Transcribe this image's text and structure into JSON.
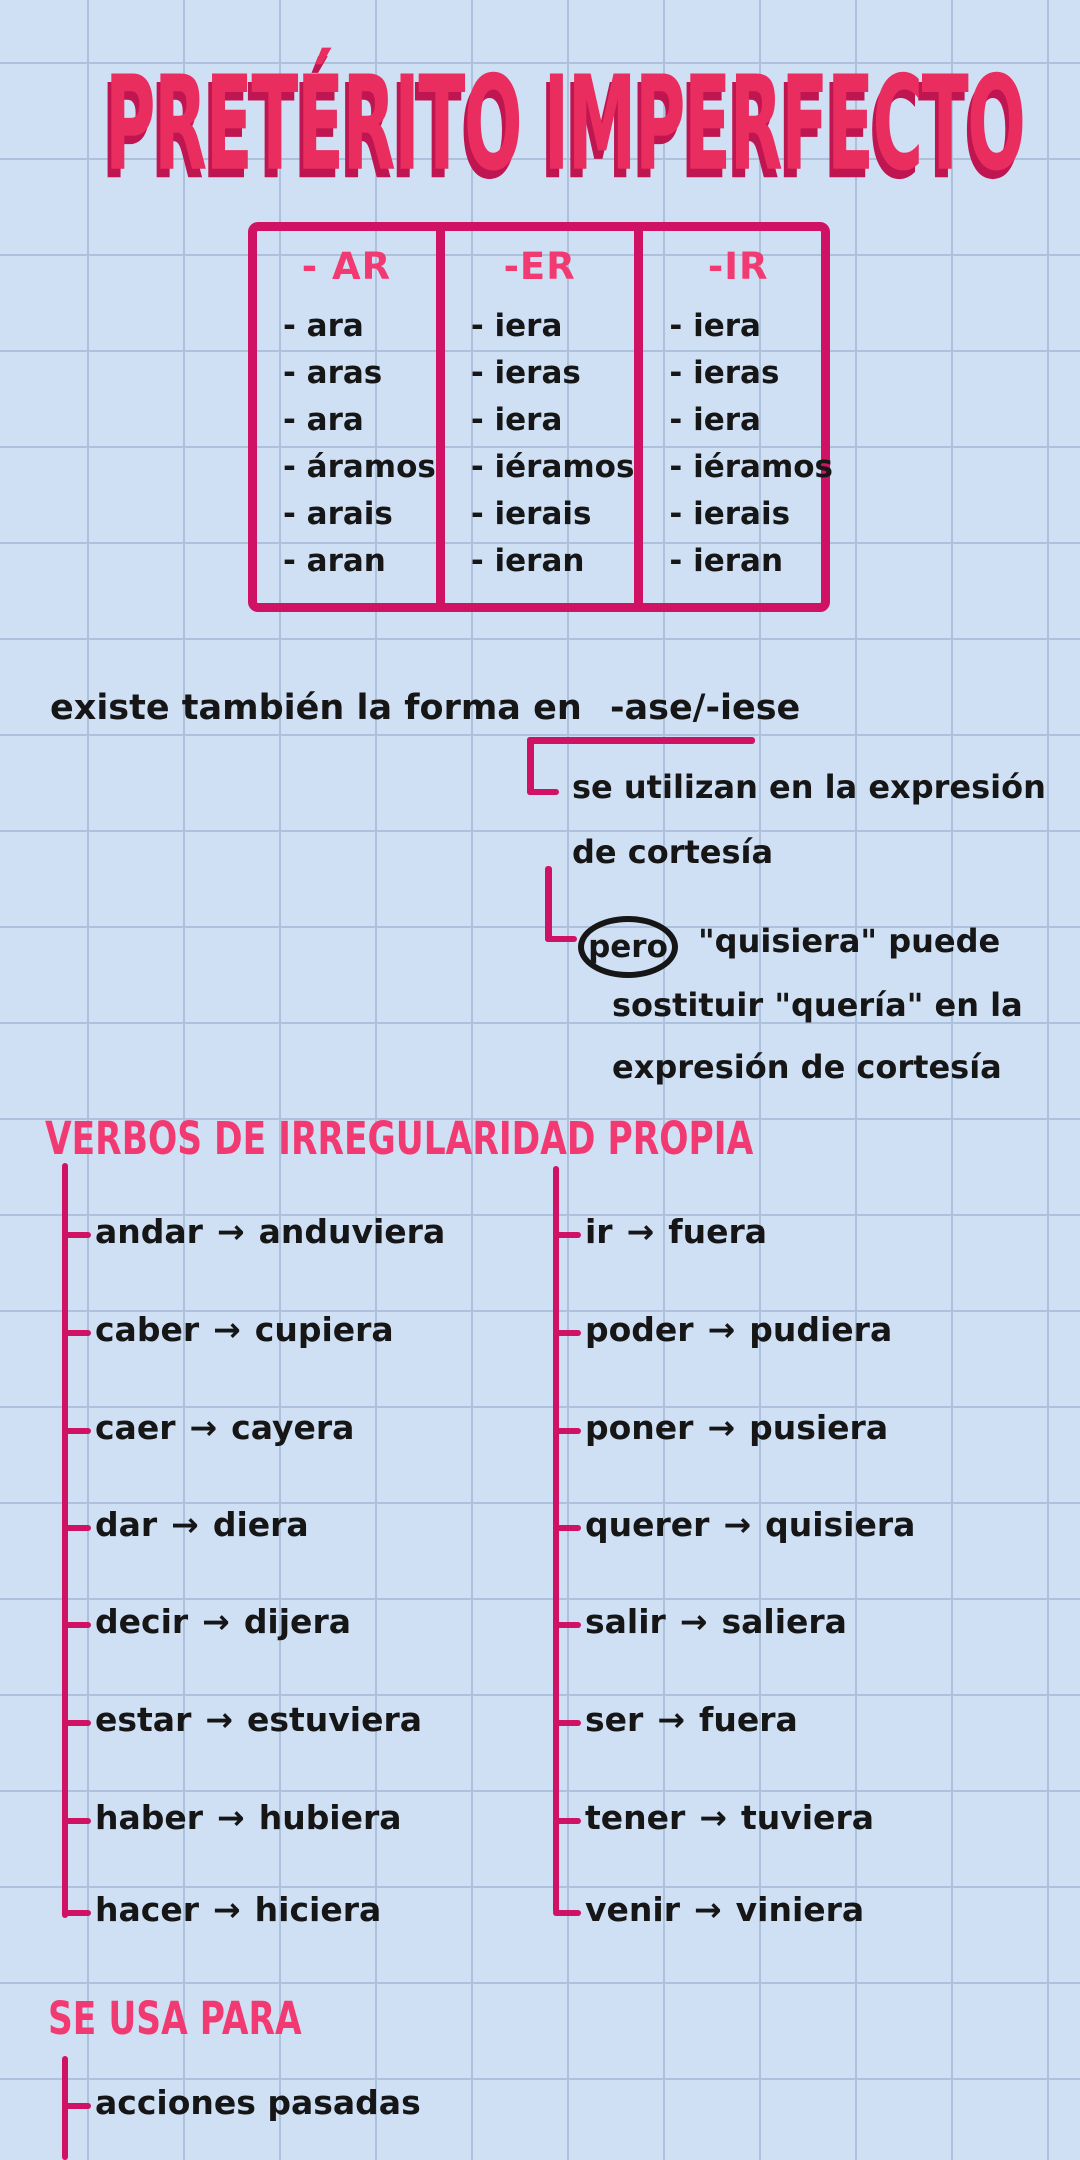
{
  "page": {
    "title": "PRETÉRITO IMPERFECTO"
  },
  "table": {
    "columns": [
      {
        "header": "- AR",
        "endings": [
          "- ara",
          "- aras",
          "- ara",
          "- áramos",
          "- arais",
          "- aran"
        ]
      },
      {
        "header": "-ER",
        "endings": [
          "- iera",
          "- ieras",
          "- iera",
          "- iéramos",
          "- ierais",
          "- ieran"
        ]
      },
      {
        "header": "-IR",
        "endings": [
          "- iera",
          "- ieras",
          "- iera",
          "- iéramos",
          "- ierais",
          "- ieran"
        ]
      }
    ]
  },
  "notes": {
    "existe_prefix": "existe también la forma en",
    "existe_highlight": "-ase/-iese",
    "cortesia_line1": "se utilizan en la expresión",
    "cortesia_line2": "de cortesía",
    "pero_circled": "pero",
    "pero_line1": "\"quisiera\" puede",
    "pero_line2": "sostituir \"quería\" en la",
    "pero_line3": "expresión de cortesía"
  },
  "verbs": {
    "heading": "VERBOS DE IRREGULARIDAD PROPIA",
    "left": [
      {
        "verb": "andar",
        "result": "anduviera"
      },
      {
        "verb": "caber",
        "result": "cupiera"
      },
      {
        "verb": "caer",
        "result": "cayera"
      },
      {
        "verb": "dar",
        "result": "diera"
      },
      {
        "verb": "decir",
        "result": "dijera"
      },
      {
        "verb": "estar",
        "result": "estuviera"
      },
      {
        "verb": "haber",
        "result": "hubiera"
      },
      {
        "verb": "hacer",
        "result": "hiciera"
      }
    ],
    "right": [
      {
        "verb": "ir",
        "result": "fuera"
      },
      {
        "verb": "poder",
        "result": "pudiera"
      },
      {
        "verb": "poner",
        "result": "pusiera"
      },
      {
        "verb": "querer",
        "result": "quisiera"
      },
      {
        "verb": "salir",
        "result": "saliera"
      },
      {
        "verb": "ser",
        "result": "fuera"
      },
      {
        "verb": "tener",
        "result": "tuviera"
      },
      {
        "verb": "venir",
        "result": "viniera"
      }
    ]
  },
  "usage": {
    "heading": "SE USA PARA",
    "items": [
      {
        "label": "acciones pasadas"
      }
    ]
  },
  "icons": {
    "arrow": "→"
  },
  "colors": {
    "background": "#cfdff5",
    "grid_line": "#93a7c9",
    "title_pink": "#e92d5f",
    "title_shadow": "#bf1550",
    "marker_pink": "#d01264",
    "heading_pink": "#f23a72",
    "ink": "#161616"
  }
}
